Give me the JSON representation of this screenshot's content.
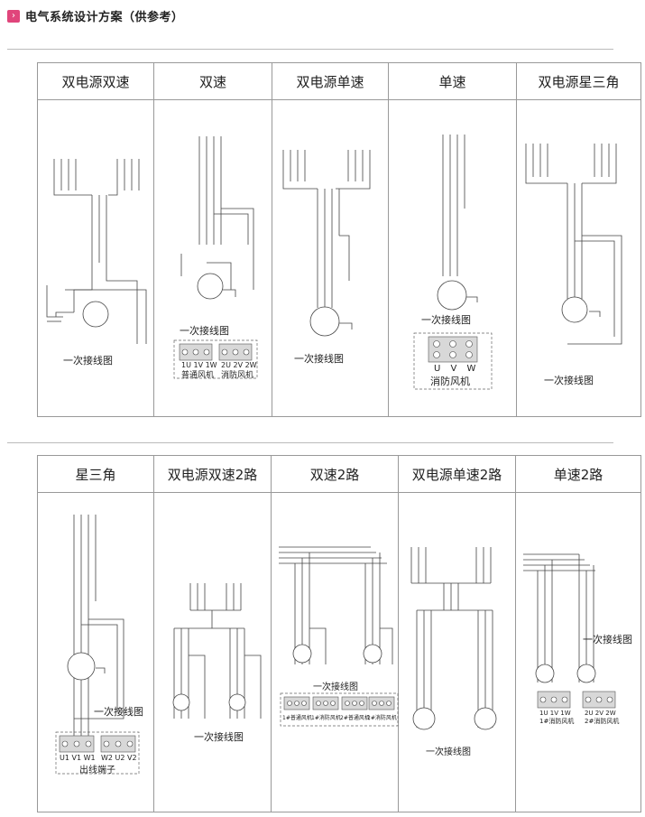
{
  "header": {
    "icon": "chevron-right-icon",
    "title": "电气系统设计方案（供参考）"
  },
  "accent_color": "#e0457b",
  "top_table": {
    "columns": [
      {
        "title": "双电源双速",
        "caption": "一次接线图"
      },
      {
        "title": "双速",
        "caption": "一次接线图",
        "terminal_labels": [
          "1U 1V 1W",
          "2U 2V 2W"
        ],
        "terminal_captions": [
          "普通风机",
          "消防风机"
        ]
      },
      {
        "title": "双电源单速",
        "caption": "一次接线图"
      },
      {
        "title": "单速",
        "caption": "一次接线图",
        "terminal_labels": [
          "U V W"
        ],
        "terminal_captions": [
          "消防风机"
        ]
      },
      {
        "title": "双电源星三角",
        "caption": "一次接线图"
      }
    ]
  },
  "bottom_table": {
    "columns": [
      {
        "title": "星三角",
        "caption": "一次接线图",
        "terminal_labels": [
          "U1 V1 W1",
          "W2 U2 V2"
        ],
        "terminal_captions": [
          "出线端子"
        ]
      },
      {
        "title": "双电源双速2路",
        "caption": "一次接线图"
      },
      {
        "title": "双速2路",
        "caption": "一次接线图",
        "terminal_captions": [
          "1#普通风机",
          "1#消防风机",
          "2#普通风机",
          "2#消防风机"
        ]
      },
      {
        "title": "双电源单速2路",
        "caption": "一次接线图"
      },
      {
        "title": "单速2路",
        "caption": "一次接线图",
        "terminal_labels": [
          "1U 1V 1W",
          "2U 2V 2W"
        ],
        "terminal_captions": [
          "1#消防风机",
          "2#消防风机"
        ]
      }
    ]
  }
}
